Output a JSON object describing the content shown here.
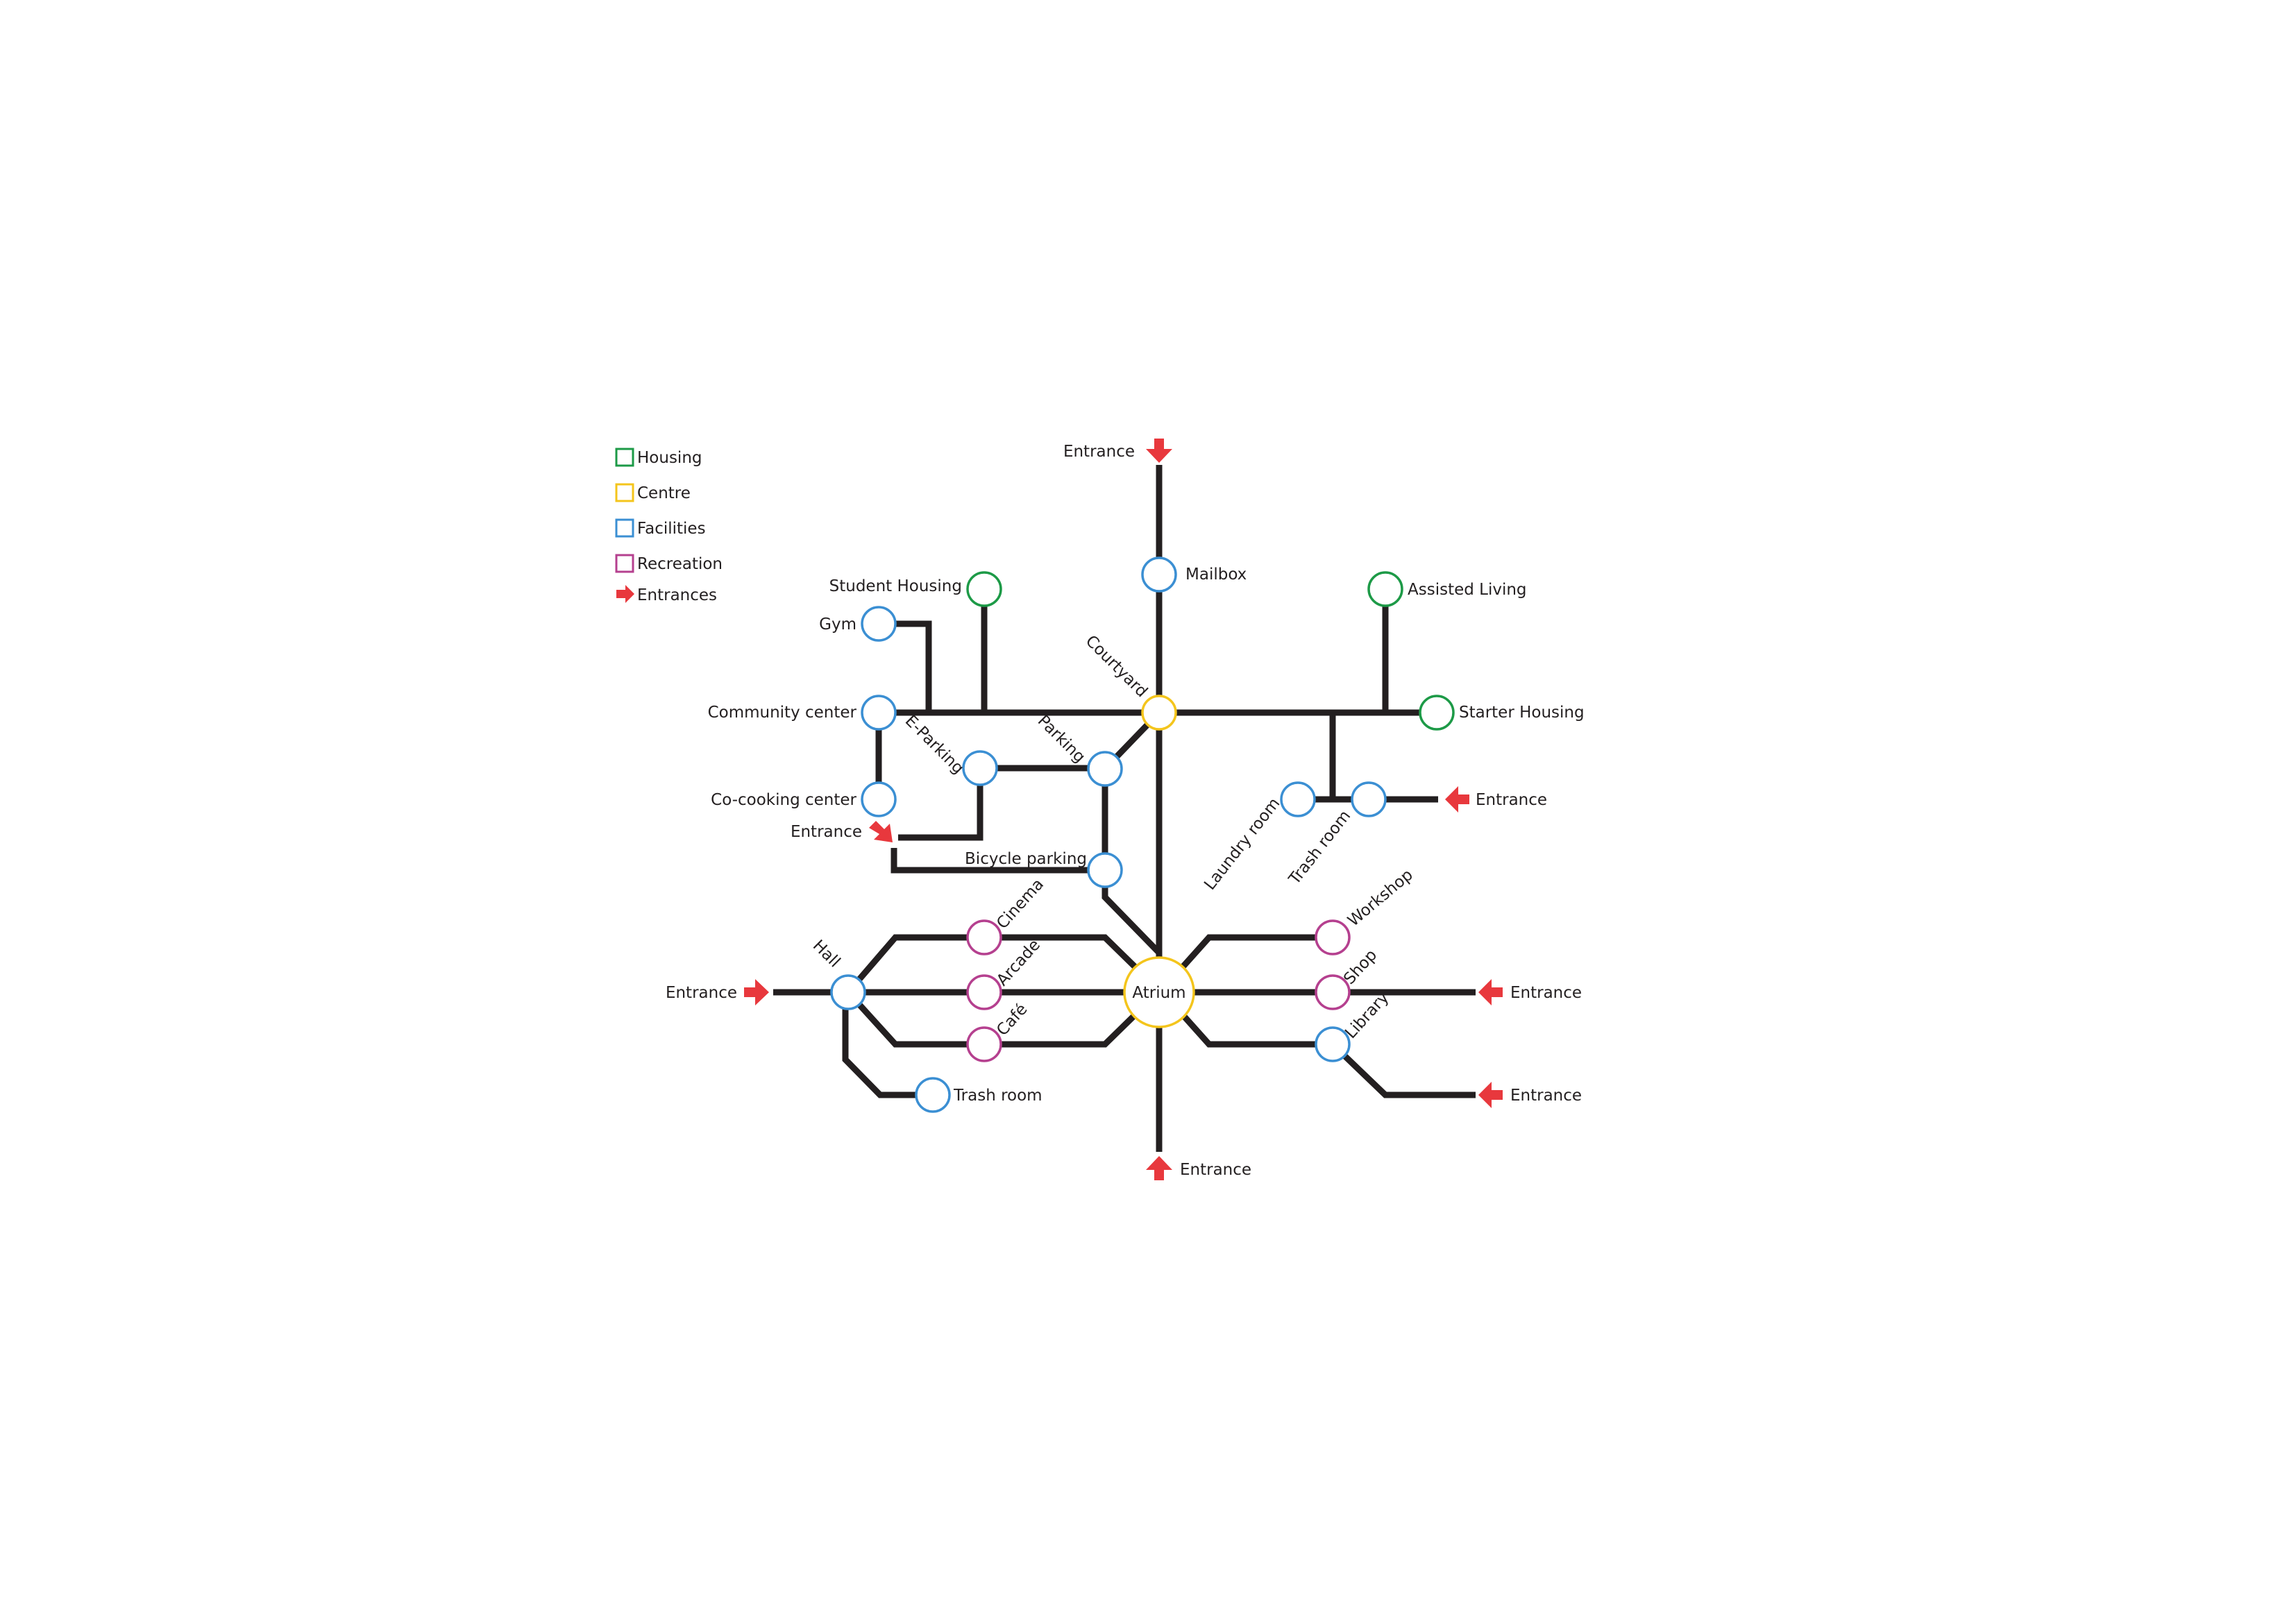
{
  "colors": {
    "housing": "#1d9a47",
    "centre": "#f4c51c",
    "facilities": "#3b8fd3",
    "recreation": "#b5408f",
    "entrance": "#e8383d",
    "line": "#231f20"
  },
  "legend": {
    "housing": "Housing",
    "centre": "Centre",
    "facilities": "Facilities",
    "recreation": "Recreation",
    "entrances": "Entrances"
  },
  "nodes": {
    "student_housing": "Student Housing",
    "gym": "Gym",
    "mailbox": "Mailbox",
    "assisted_living": "Assisted Living",
    "courtyard": "Courtyard",
    "community_center": "Community center",
    "starter_housing": "Starter Housing",
    "e_parking": "E-Parking",
    "parking": "Parking",
    "co_cooking_center": "Co-cooking center",
    "laundry_room": "Laundry room",
    "trash_room_top": "Trash room",
    "bicycle_parking": "Bicycle parking",
    "cinema": "Cinema",
    "workshop": "Workshop",
    "hall": "Hall",
    "arcade": "Arcade",
    "atrium": "Atrium",
    "shop": "Shop",
    "cafe": "Café",
    "library": "Library",
    "trash_room_bottom": "Trash room"
  },
  "entrances": {
    "top": "Entrance",
    "left_upper": "Entrance",
    "right_upper": "Entrance",
    "left_hall": "Entrance",
    "right_shop": "Entrance",
    "right_library": "Entrance",
    "bottom": "Entrance"
  }
}
